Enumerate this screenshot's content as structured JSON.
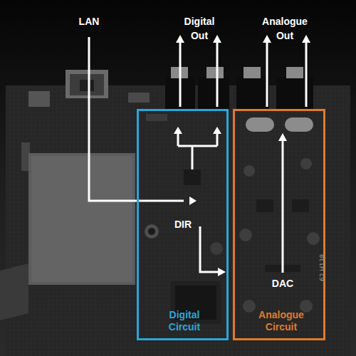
{
  "diagram": {
    "nodes": [
      {
        "text": [
          "Digital Circuit"
        ]
      },
      {
        "text": [
          "Analogue Circuit"
        ]
      }
    ],
    "labels": [
      "LAN",
      "Digital Out",
      "Analogue Out",
      "DIR",
      "DAC",
      "62 H138"
    ]
  }
}
